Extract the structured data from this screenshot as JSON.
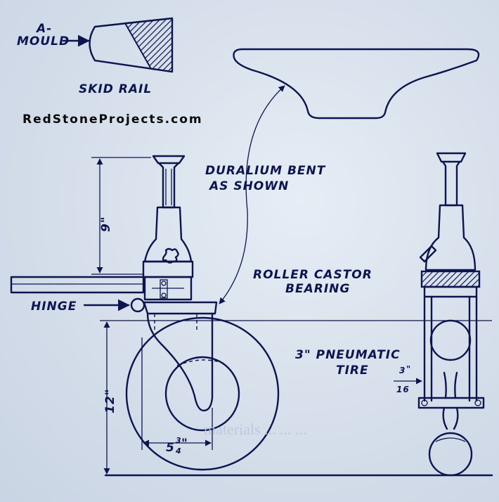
{
  "watermark": "RedStoneProjects.com",
  "labels": {
    "a_mould_1": "A-",
    "a_mould_2": "MOULD",
    "skid_rail": "SKID RAIL",
    "duralium_1": "DURALIUM BENT",
    "duralium_2": "AS SHOWN",
    "castor_1": "ROLLER CASTOR",
    "castor_2": "BEARING",
    "hinge": "HINGE",
    "tire_1": "3\" PNEUMATIC",
    "tire_2": "TIRE",
    "dim_9": "9\"",
    "dim_12": "12\"",
    "dim_5_whole": "5",
    "dim_5_num": "3",
    "dim_5_den": "4",
    "dim_5_inch": "\"",
    "dim_frac_num": "3",
    "dim_frac_inch": "\"",
    "dim_frac_den": "16"
  },
  "ghost_text": "materials ... ... ..."
}
